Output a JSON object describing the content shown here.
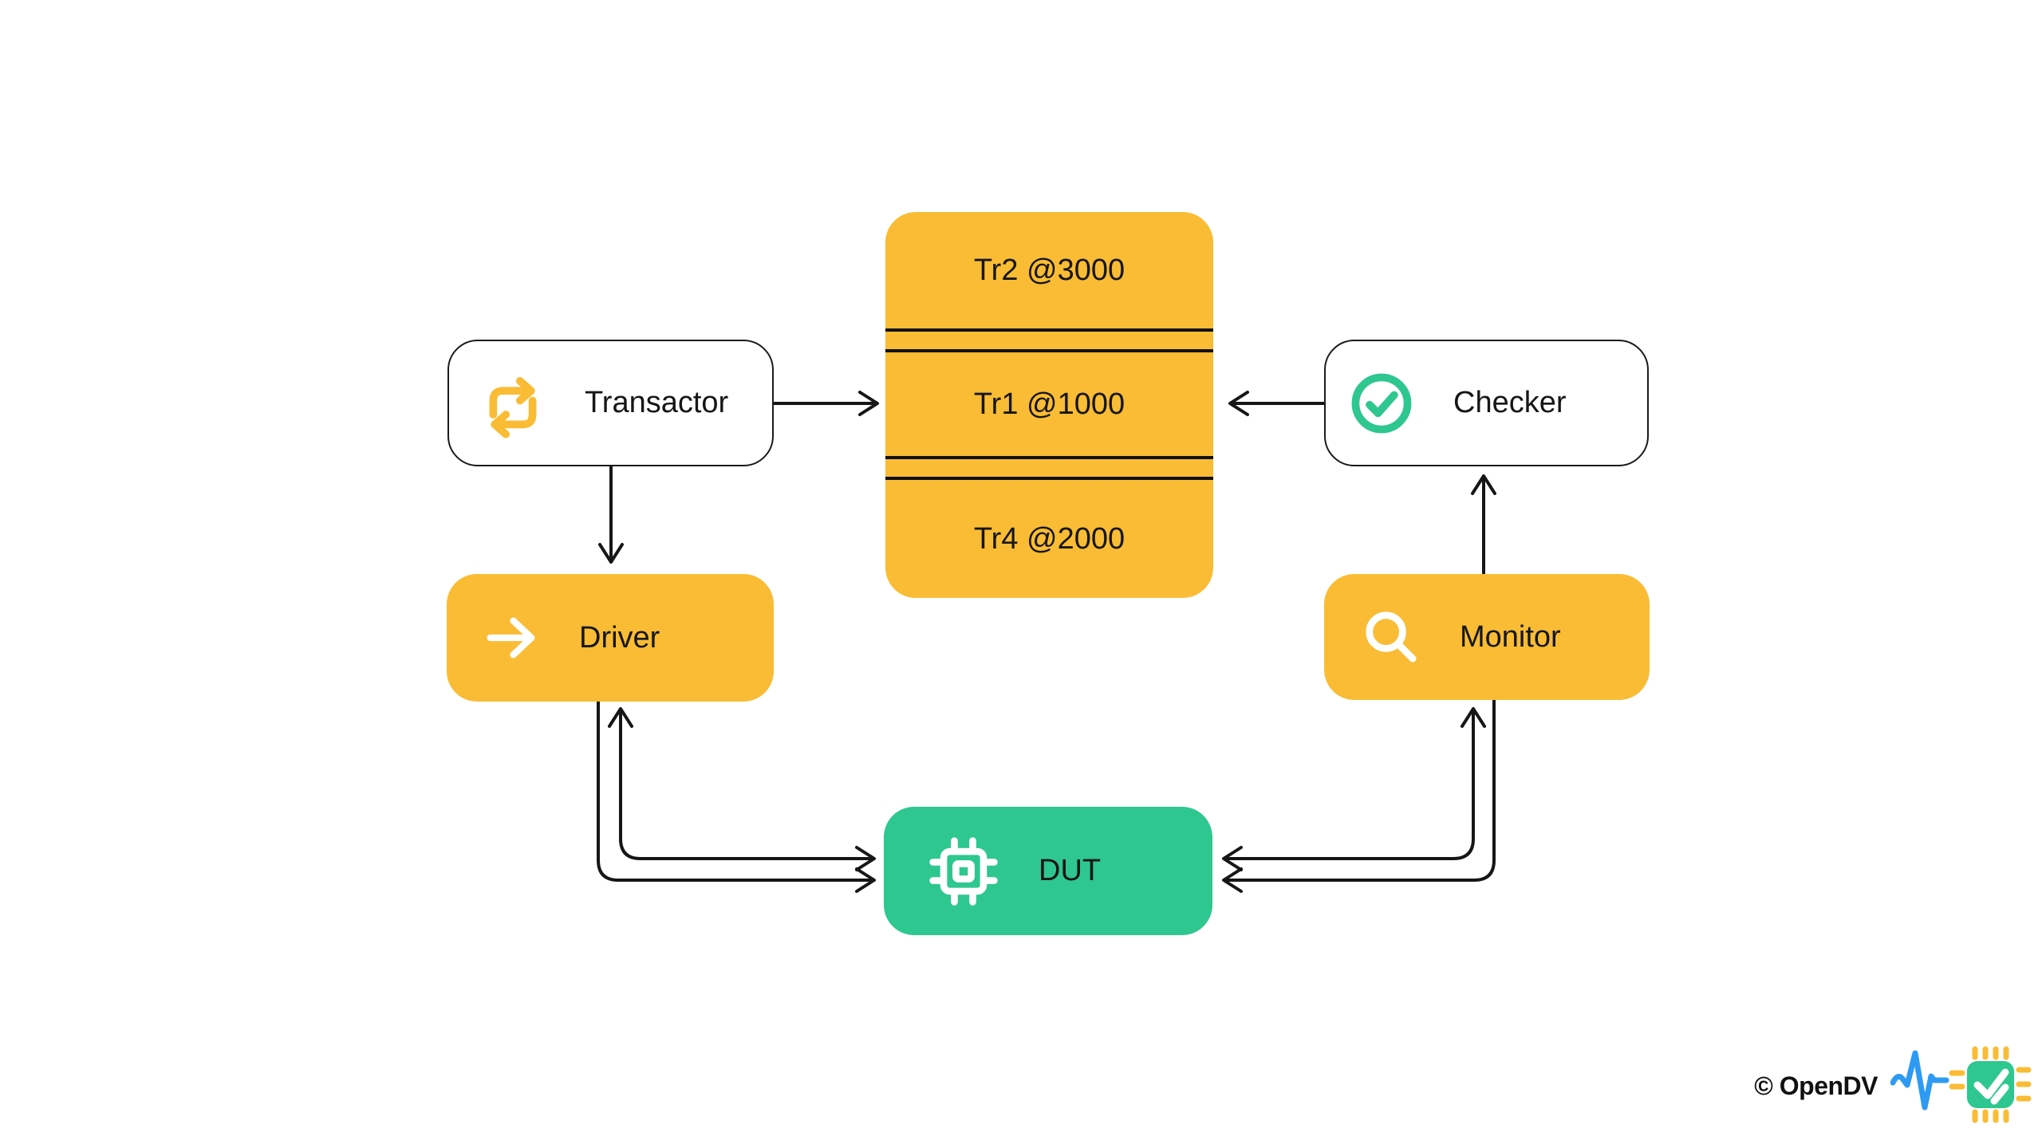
{
  "diagram": {
    "title": "testbench-architecture",
    "colors": {
      "accent_orange": "#F9BC34",
      "accent_green": "#2EC78F",
      "line_black": "#161616",
      "logo_blue": "#2E9BF3",
      "background": "#FFFFFF"
    },
    "nodes": {
      "transactor": {
        "label": "Transactor",
        "icon": "repeat-icon"
      },
      "checker": {
        "label": "Checker",
        "icon": "check-circle-icon"
      },
      "driver": {
        "label": "Driver",
        "icon": "arrow-right-icon"
      },
      "monitor": {
        "label": "Monitor",
        "icon": "magnifier-icon"
      },
      "dut": {
        "label": "DUT",
        "icon": "chip-icon"
      }
    },
    "transaction_stack": {
      "items": [
        {
          "label": "Tr2 @3000"
        },
        {
          "label": "Tr1 @1000"
        },
        {
          "label": "Tr4 @2000"
        }
      ]
    },
    "footer": {
      "copyright": "© OpenDV"
    }
  }
}
